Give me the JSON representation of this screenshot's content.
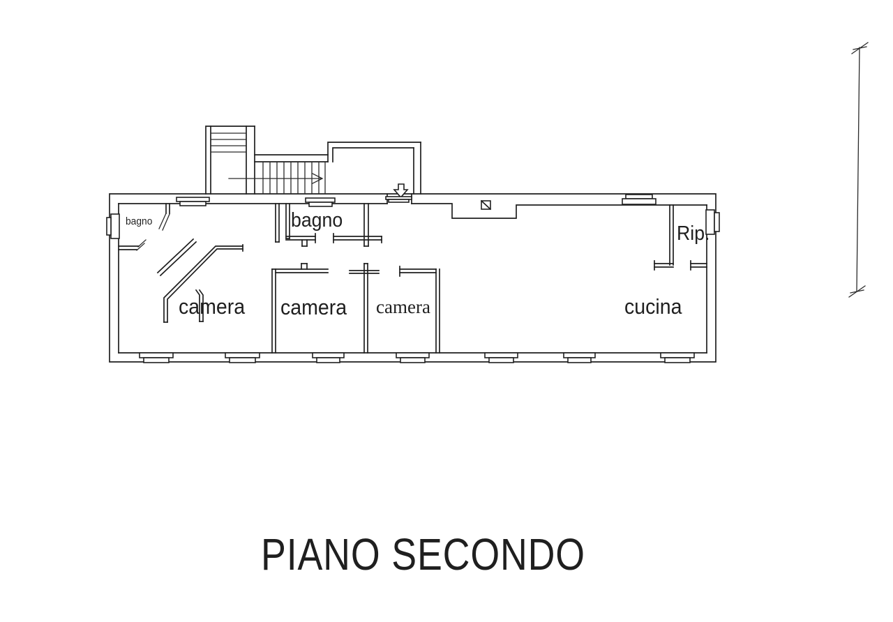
{
  "plan": {
    "title": "PIANO SECONDO",
    "rooms": {
      "bagno_small": "bagno",
      "bagno": "bagno",
      "camera_1": "camera",
      "camera_2": "camera",
      "camera_3": "camera",
      "cucina": "cucina",
      "rip": "Rip."
    },
    "colors": {
      "ink": "#1f1f1f",
      "paper": "#ffffff"
    }
  }
}
